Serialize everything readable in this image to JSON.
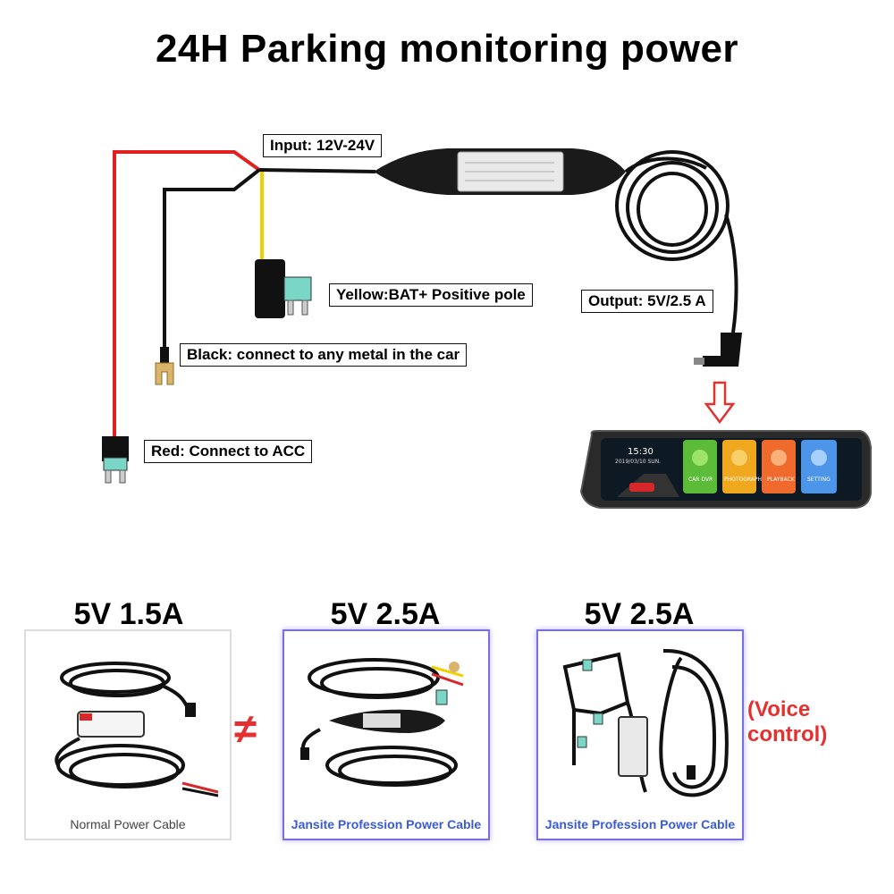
{
  "title": "24H Parking monitoring power",
  "diagram": {
    "input_label": "Input: 12V-24V",
    "yellow_label": "Yellow:BAT+ Positive pole",
    "output_label": "Output: 5V/2.5 A",
    "black_label": "Black: connect to any metal in the car",
    "red_label": "Red: Connect to ACC",
    "mirror": {
      "time": "15:30",
      "date": "2019/03/10  SUN.",
      "apps": [
        "CAR DVR",
        "PHOTOGRAPH",
        "PLAYBACK",
        "SETTING"
      ]
    },
    "colors": {
      "red_wire": "#e32020",
      "yellow_wire": "#f2d000",
      "black_wire": "#111111",
      "arrow": "#e53030"
    }
  },
  "comparison": {
    "products": [
      {
        "heading": "5V 1.5A",
        "caption": "Normal Power Cable"
      },
      {
        "heading": "5V 2.5A",
        "caption": "Jansite Profession Power Cable"
      },
      {
        "heading": "5V 2.5A",
        "caption": "Jansite Profession Power Cable"
      }
    ],
    "not_equal": "≠",
    "voice_note": "(Voice control)"
  }
}
